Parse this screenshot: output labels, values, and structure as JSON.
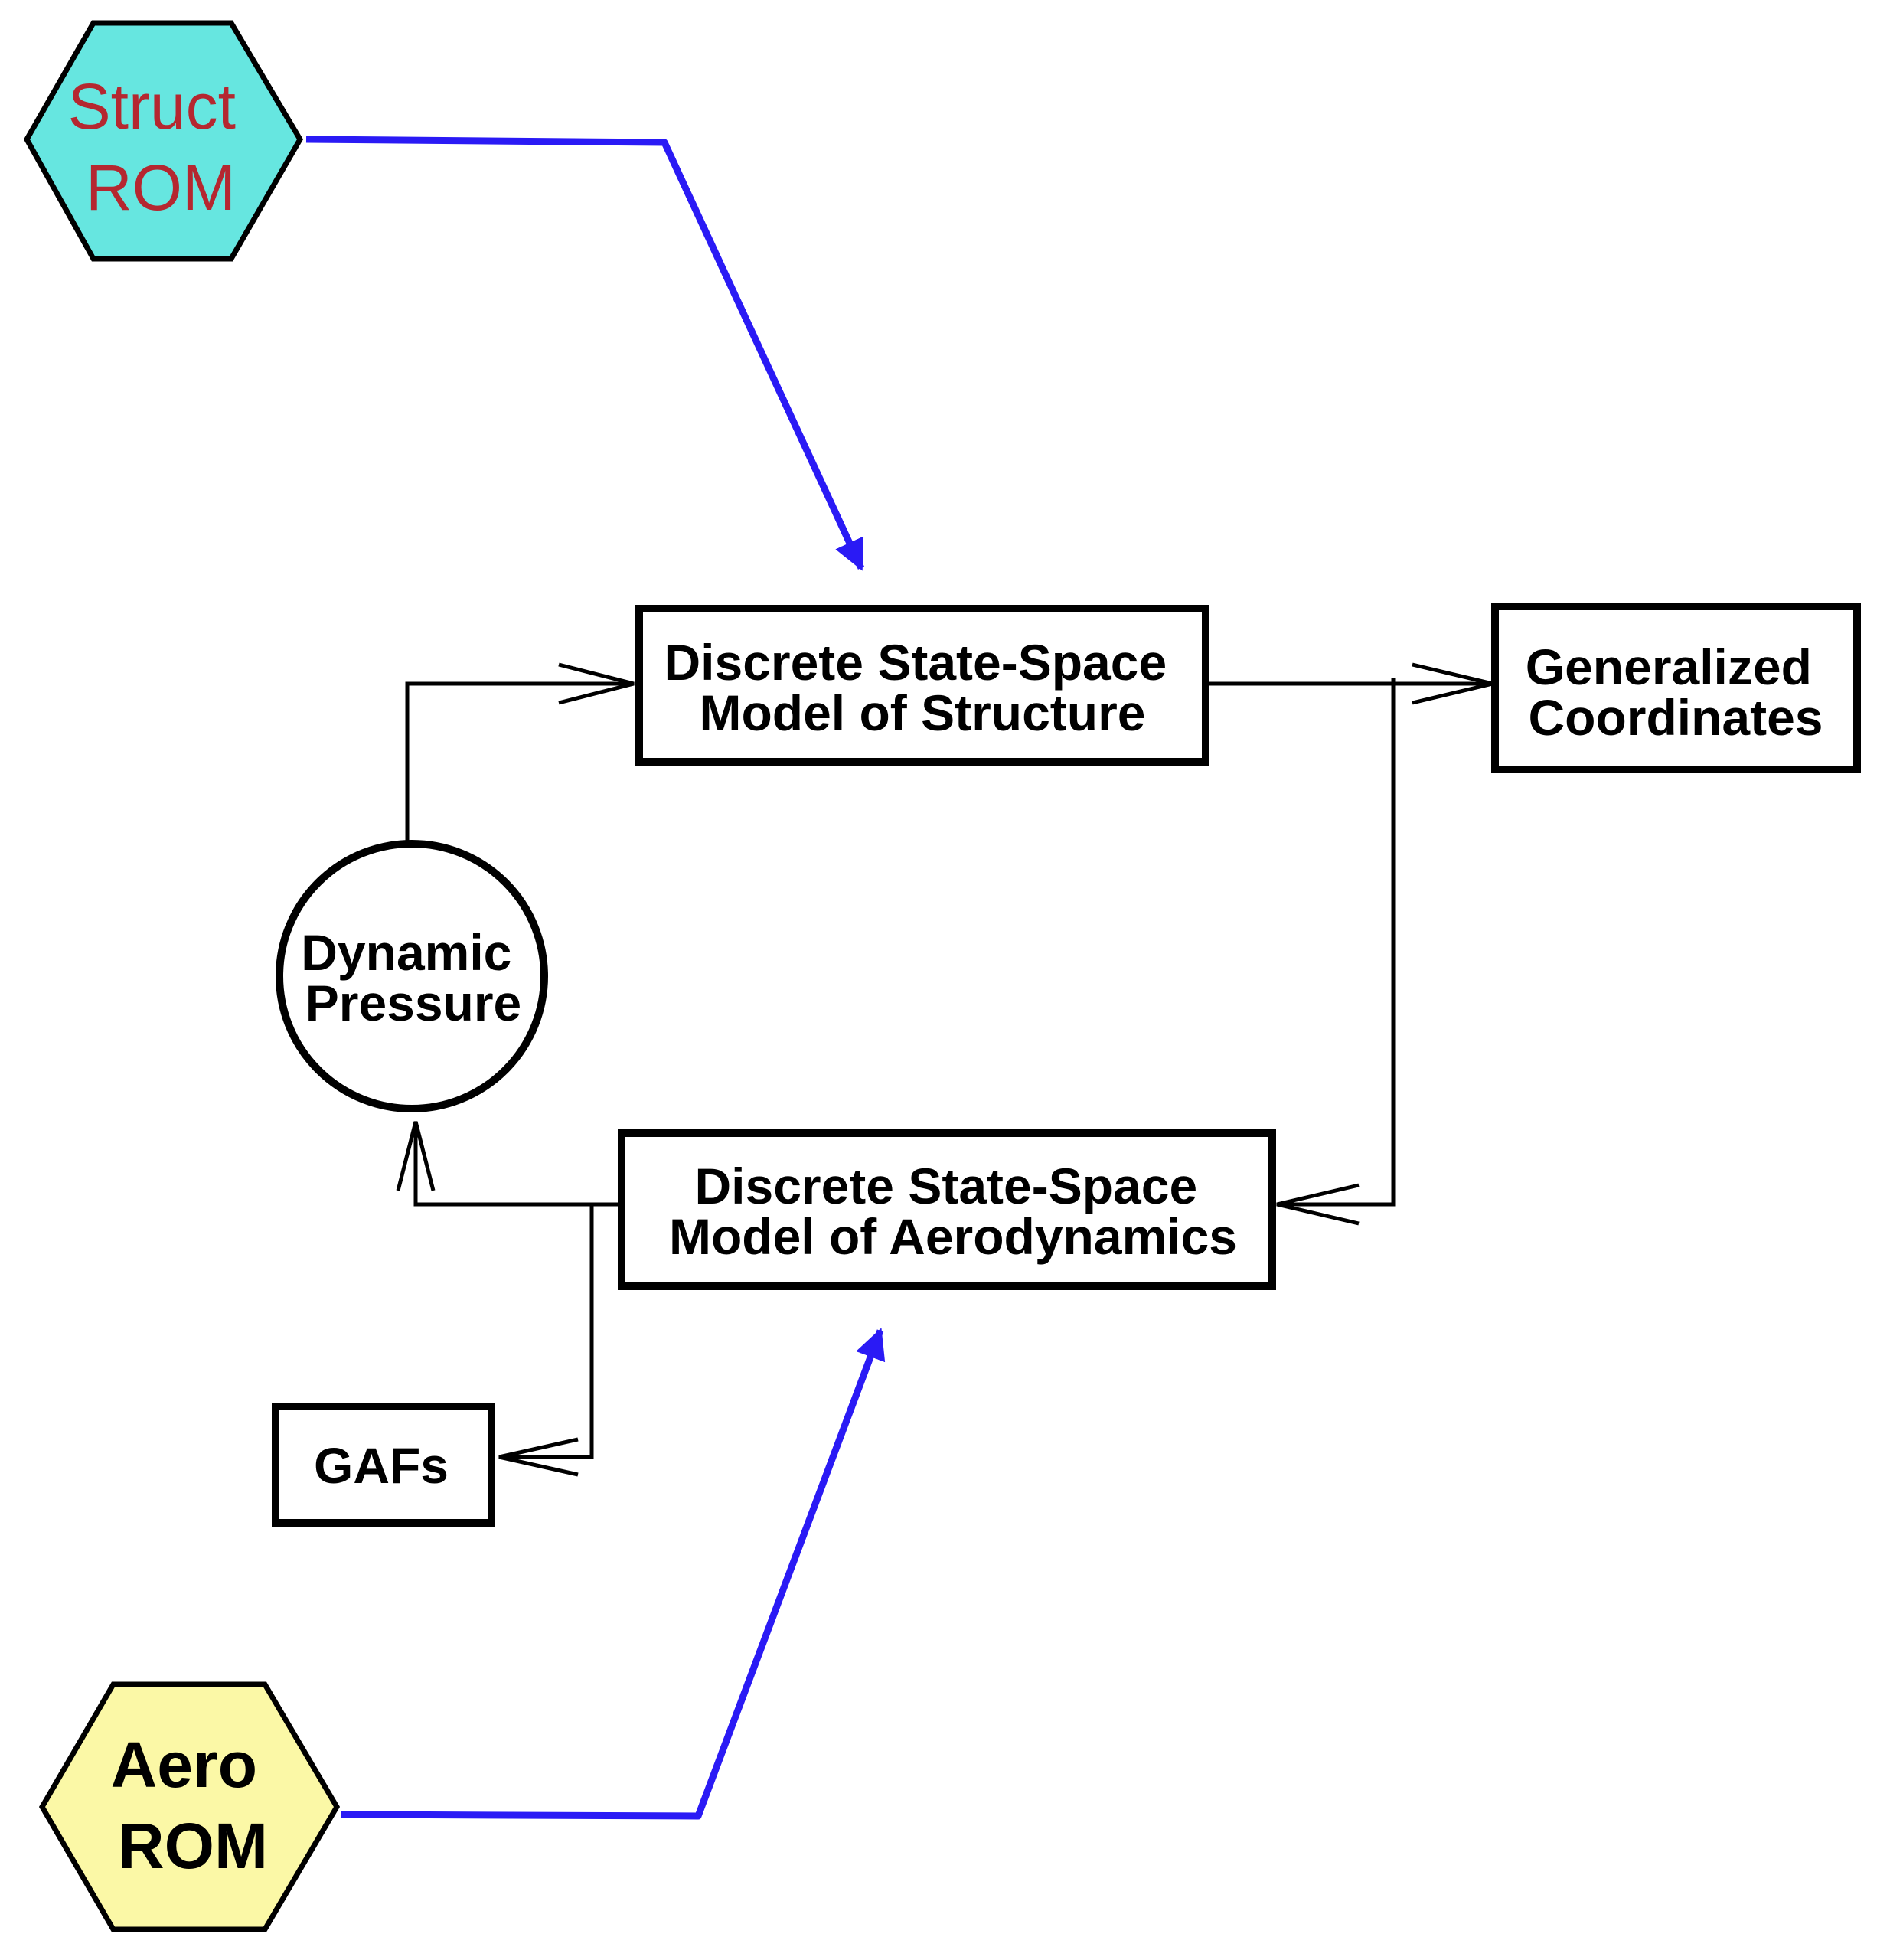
{
  "nodes": {
    "struct_rom": {
      "lines": [
        "Struct",
        "ROM"
      ],
      "fill": "#66e6e0",
      "text_color": "#b52730"
    },
    "aero_rom": {
      "lines": [
        "Aero",
        "ROM"
      ],
      "fill": "#fbf8a6",
      "text_color": "#000000"
    },
    "structure_model": {
      "lines": [
        "Discrete State-Space",
        "Model of Structure"
      ]
    },
    "generalized_coordinates": {
      "lines": [
        "Generalized",
        "Coordinates"
      ]
    },
    "dynamic_pressure": {
      "lines": [
        "Dynamic",
        "Pressure"
      ]
    },
    "aero_model": {
      "lines": [
        "Discrete State-Space",
        "Model of Aerodynamics"
      ]
    },
    "gafs": {
      "lines": [
        "GAFs"
      ]
    }
  },
  "colors": {
    "outline": "#000000",
    "rom_arrow": "#2a1af5"
  }
}
